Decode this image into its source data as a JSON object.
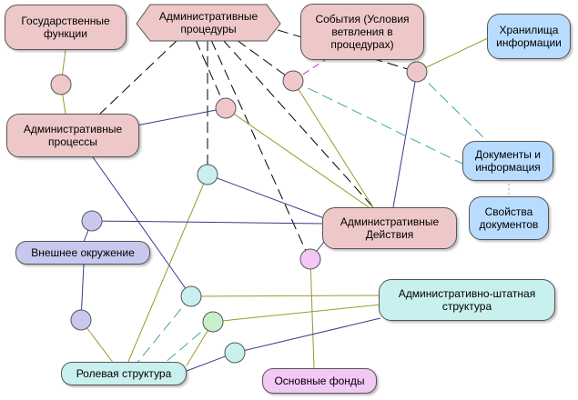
{
  "nodes": {
    "gos_funktsii": "Государственные\nфункции",
    "adm_protsedury": "Административные\nпроцедуры",
    "sobytiya": "События (Условия\nветвления в\nпроцедурах)",
    "khranilishcha": "Хранилища\nинформации",
    "adm_protsessy": "Административные\nпроцессы",
    "dokumenty": "Документы и\nинформация",
    "svoistva": "Свойства\nдокументов",
    "adm_deistviya": "Административные\nДействия",
    "vneshnee": "Внешнее окружение",
    "adm_shtat": "Административно-штатная\nструктура",
    "rolevaya": "Ролевая структура",
    "osnovnye_fondy": "Основные фонды"
  },
  "colors": {
    "pink": "#eec8c8",
    "blue": "#b8dcff",
    "violet": "#c8c8ee",
    "cyan": "#c8f0ee",
    "magenta": "#f2c8f4",
    "line_navy": "#3a3a8c",
    "line_olive": "#9a9a2a",
    "line_teal": "#3aa6a6",
    "line_black": "#000000",
    "line_magenta": "#c040c0"
  }
}
